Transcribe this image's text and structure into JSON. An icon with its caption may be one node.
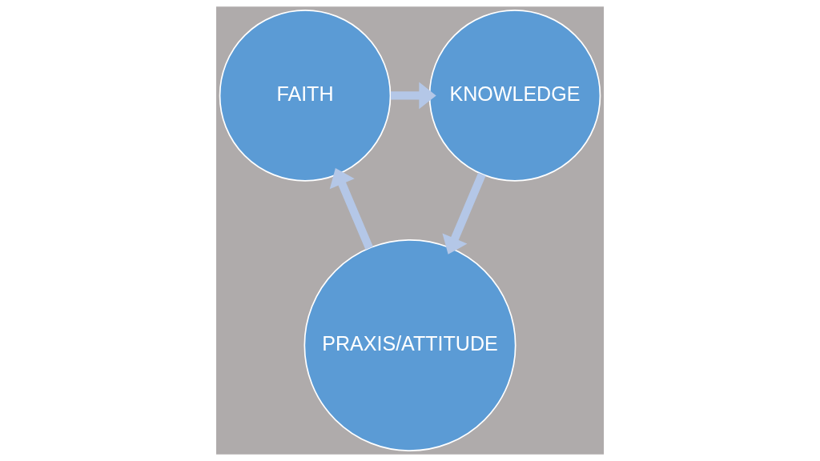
{
  "diagram": {
    "nodes": [
      {
        "text": [
          "FAITH"
        ]
      },
      {
        "text": [
          "KNOWLEDGE"
        ]
      },
      {
        "text": [
          "PRAXIS/ATTITUDE"
        ]
      }
    ],
    "edges": [
      {
        "from": 0,
        "to": 1,
        "arrow": "to"
      },
      {
        "from": 1,
        "to": 2,
        "arrow": "to"
      },
      {
        "from": 2,
        "to": 0,
        "arrow": "to"
      }
    ]
  }
}
